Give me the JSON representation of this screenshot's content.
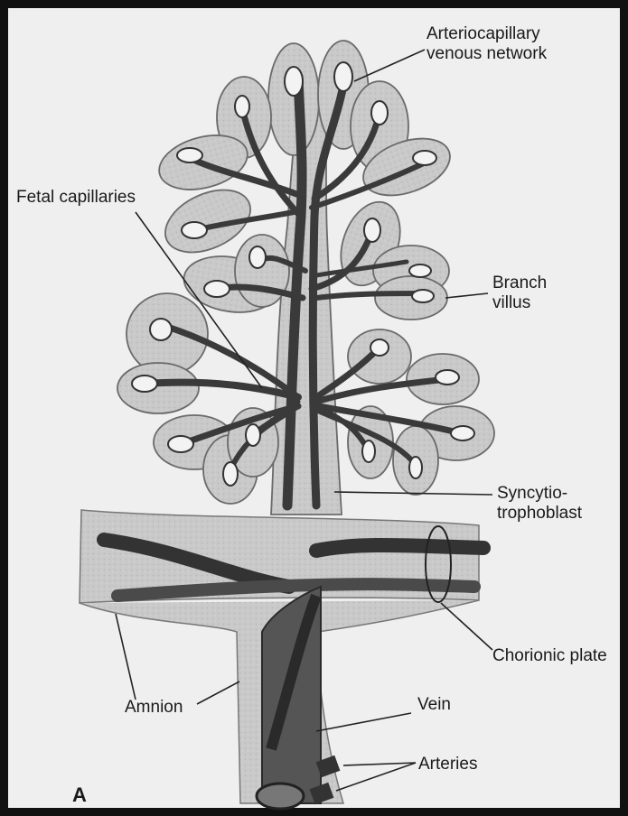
{
  "figure": {
    "panel_letter": "A",
    "labels": {
      "arteriocapillary_network": "Arteriocapillary\nvenous network",
      "fetal_capillaries": "Fetal capillaries",
      "branch_villus": "Branch\nvillus",
      "syncytiotrophoblast": "Syncytio-\ntrophoblast",
      "chorionic_plate": "Chorionic plate",
      "amnion": "Amnion",
      "vein": "Vein",
      "arteries": "Arteries"
    }
  },
  "colors": {
    "background": "#efefef",
    "villus_fill": "#c8c8c8",
    "villus_outline": "#6a6a6a",
    "vessel_dark": "#3a3a3a",
    "frame": "#111111"
  }
}
